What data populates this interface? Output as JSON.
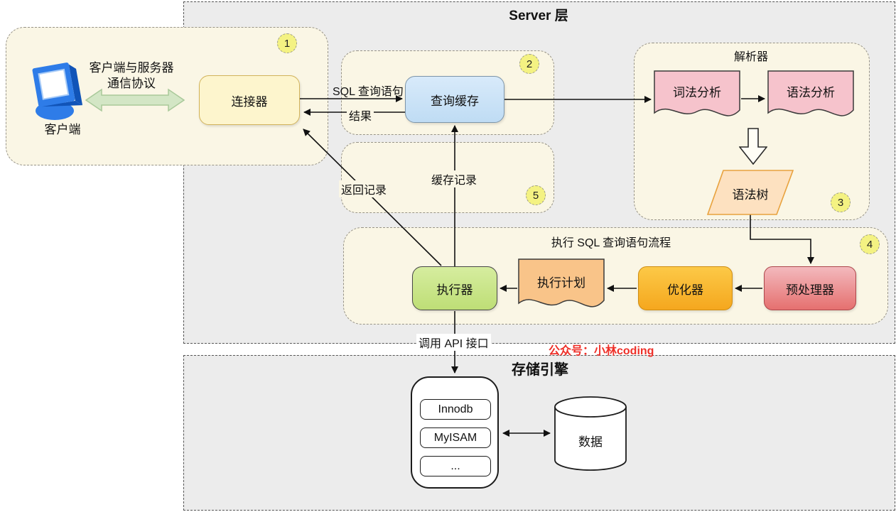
{
  "server_layer": {
    "title": "Server 层"
  },
  "storage_layer": {
    "title": "存储引擎"
  },
  "client_area": {
    "badge": "1",
    "client_label": "客户端",
    "protocol_line1": "客户端与服务器",
    "protocol_line2": "通信协议",
    "connector": "连接器"
  },
  "query_cache_area": {
    "badge": "2",
    "query_cache": "查询缓存"
  },
  "cache_area": {
    "badge": "5"
  },
  "parser_area": {
    "badge": "3",
    "title": "解析器",
    "lexical": "词法分析",
    "syntactic": "语法分析",
    "syntax_tree": "语法树"
  },
  "execute_area": {
    "badge": "4",
    "title": "执行 SQL 查询语句流程",
    "executor": "执行器",
    "plan": "执行计划",
    "optimizer": "优化器",
    "preprocessor": "预处理器"
  },
  "storage_area": {
    "engines": [
      "Innodb",
      "MyISAM",
      "..."
    ],
    "data_label": "数据"
  },
  "edge_labels": {
    "sql_query": "SQL 查询语句",
    "result": "结果",
    "return_record": "返回记录",
    "cache_record": "缓存记录",
    "call_api": "调用 API 接口"
  },
  "watermark": {
    "text": "公众号：小林coding",
    "color": "#ee2f28"
  },
  "colors": {
    "layer_grey": "#ececec",
    "group_cream": "#faf6e5",
    "badge_yellow": "#f4f282",
    "connector_yellow": "#fdf5cd",
    "cache_blue": "#cfe3f6",
    "executor_green": "#c8e68b",
    "optimizer_amber": "#f8b832",
    "preprocessor_red": "#ec9397",
    "doc_pink": "#f6c3cc",
    "doc_orange": "#f9c489",
    "tree_peach": "#fde1c0",
    "arrow_green": "#d3e6c5"
  }
}
